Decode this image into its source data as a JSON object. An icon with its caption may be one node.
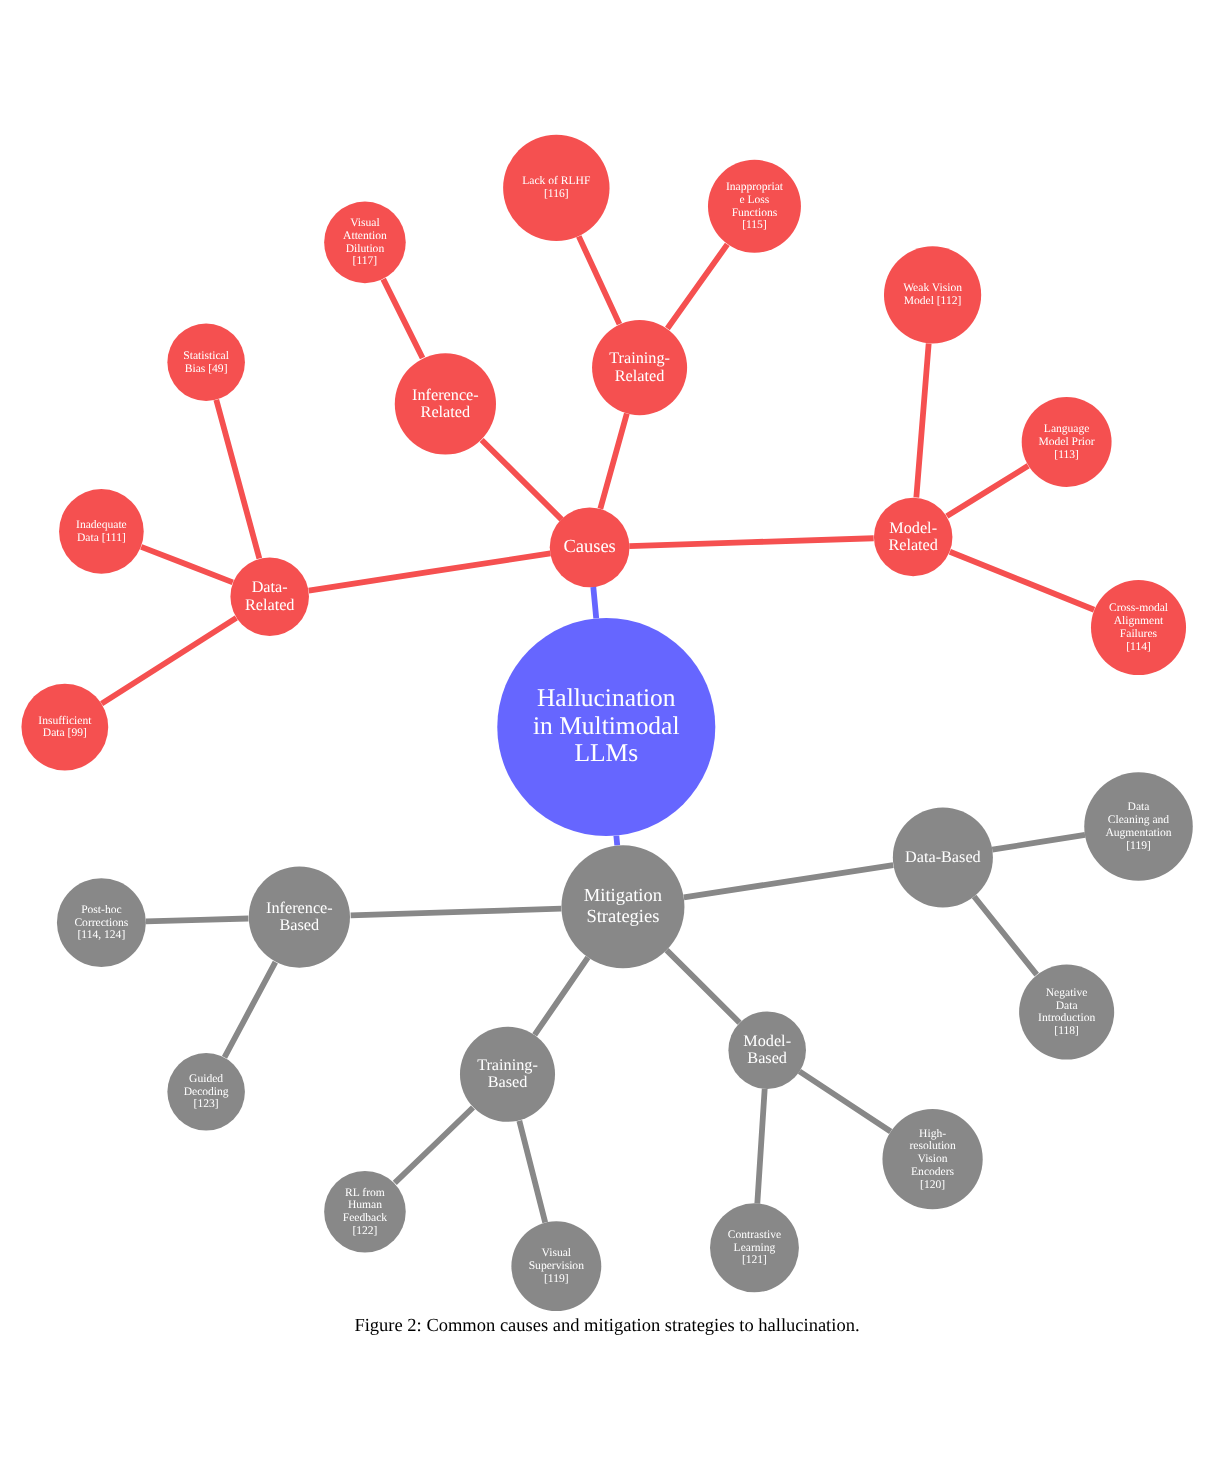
{
  "diagram": {
    "caption": "Figure 2: Common causes and mitigation strategies to hallucination.",
    "nodes": [
      {
        "text": [
          "Hallucination in Multimodal LLMs"
        ]
      },
      {
        "text": [
          "Causes"
        ]
      },
      {
        "text": [
          "Model-Related"
        ]
      },
      {
        "text": [
          "Cross-modal Alignment Failures [114]"
        ]
      },
      {
        "text": [
          "Language Model Prior [113]"
        ]
      },
      {
        "text": [
          "Weak Vision Model [112]"
        ]
      },
      {
        "text": [
          "Training-Related"
        ]
      },
      {
        "text": [
          "Inappropriate Loss Functions [115]"
        ]
      },
      {
        "text": [
          "Lack of RLHF [116]"
        ]
      },
      {
        "text": [
          "Inference-Related"
        ]
      },
      {
        "text": [
          "Visual Attention Dilution [117]"
        ]
      },
      {
        "text": [
          "Data-Related"
        ]
      },
      {
        "text": [
          "Statistical Bias [49]"
        ]
      },
      {
        "text": [
          "Inadequate Data [111]"
        ]
      },
      {
        "text": [
          "Insufficient Data [99]"
        ]
      },
      {
        "text": [
          "Mitigation Strategies"
        ]
      },
      {
        "text": [
          "Inference-Based"
        ]
      },
      {
        "text": [
          "Post-hoc Corrections [114, 124]"
        ]
      },
      {
        "text": [
          "Guided Decoding [123]"
        ]
      },
      {
        "text": [
          "Training-Based"
        ]
      },
      {
        "text": [
          "RL from Human Feedback [122]"
        ]
      },
      {
        "text": [
          "Visual Supervision [119]"
        ]
      },
      {
        "text": [
          "Model-Based"
        ]
      },
      {
        "text": [
          "Contrastive Learning [121]"
        ]
      },
      {
        "text": [
          "High-resolution Vision Encoders [120]"
        ]
      },
      {
        "text": [
          "Data-Based"
        ]
      },
      {
        "text": [
          "Negative Data Introduction [118]"
        ]
      },
      {
        "text": [
          "Data Cleaning and Augmentation [119]"
        ]
      }
    ],
    "edges": [
      {
        "from": 0,
        "to": 1,
        "arrow": "none",
        "color": "#6666ff"
      },
      {
        "from": 1,
        "to": 2,
        "arrow": "none",
        "color": "#f55050"
      },
      {
        "from": 2,
        "to": 3,
        "arrow": "none",
        "color": "#f55050"
      },
      {
        "from": 2,
        "to": 4,
        "arrow": "none",
        "color": "#f55050"
      },
      {
        "from": 2,
        "to": 5,
        "arrow": "none",
        "color": "#f55050"
      },
      {
        "from": 1,
        "to": 6,
        "arrow": "none",
        "color": "#f55050"
      },
      {
        "from": 6,
        "to": 7,
        "arrow": "none",
        "color": "#f55050"
      },
      {
        "from": 6,
        "to": 8,
        "arrow": "none",
        "color": "#f55050"
      },
      {
        "from": 1,
        "to": 9,
        "arrow": "none",
        "color": "#f55050"
      },
      {
        "from": 9,
        "to": 10,
        "arrow": "none",
        "color": "#f55050"
      },
      {
        "from": 1,
        "to": 11,
        "arrow": "none",
        "color": "#f55050"
      },
      {
        "from": 11,
        "to": 12,
        "arrow": "none",
        "color": "#f55050"
      },
      {
        "from": 11,
        "to": 13,
        "arrow": "none",
        "color": "#f55050"
      },
      {
        "from": 11,
        "to": 14,
        "arrow": "none",
        "color": "#f55050"
      },
      {
        "from": 0,
        "to": 15,
        "arrow": "none",
        "color": "#6666ff"
      },
      {
        "from": 15,
        "to": 16,
        "arrow": "none",
        "color": "#888888"
      },
      {
        "from": 16,
        "to": 17,
        "arrow": "none",
        "color": "#888888"
      },
      {
        "from": 16,
        "to": 18,
        "arrow": "none",
        "color": "#888888"
      },
      {
        "from": 15,
        "to": 19,
        "arrow": "none",
        "color": "#888888"
      },
      {
        "from": 19,
        "to": 20,
        "arrow": "none",
        "color": "#888888"
      },
      {
        "from": 19,
        "to": 21,
        "arrow": "none",
        "color": "#888888"
      },
      {
        "from": 15,
        "to": 22,
        "arrow": "none",
        "color": "#888888"
      },
      {
        "from": 22,
        "to": 23,
        "arrow": "none",
        "color": "#888888"
      },
      {
        "from": 22,
        "to": 24,
        "arrow": "none",
        "color": "#888888"
      },
      {
        "from": 15,
        "to": 25,
        "arrow": "none",
        "color": "#888888"
      },
      {
        "from": 25,
        "to": 26,
        "arrow": "none",
        "color": "#888888"
      },
      {
        "from": 25,
        "to": 27,
        "arrow": "none",
        "color": "#888888"
      }
    ]
  }
}
